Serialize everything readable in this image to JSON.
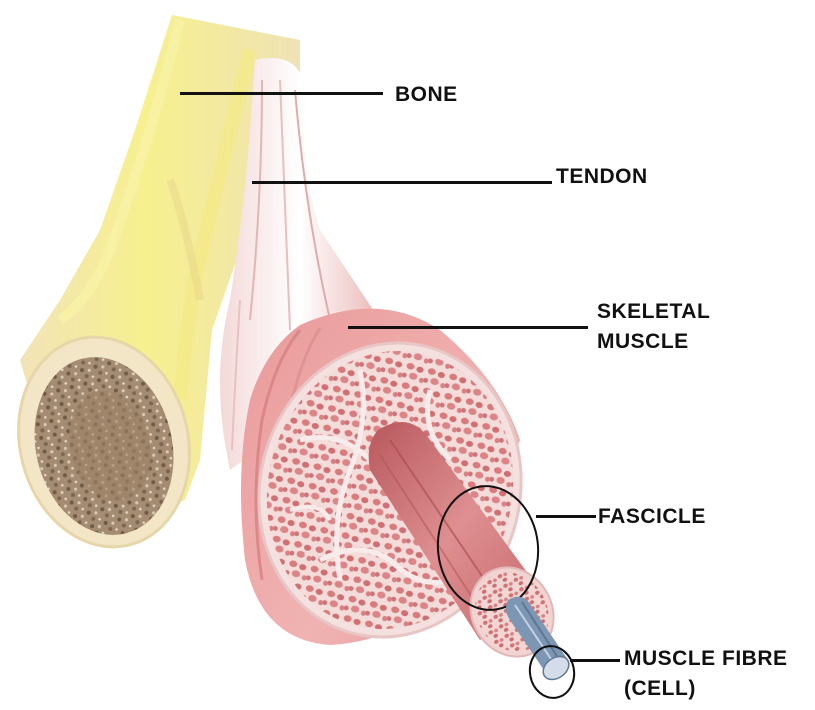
{
  "diagram": {
    "labels": {
      "bone": "BONE",
      "tendon": "TENDON",
      "skeletal_muscle_line1": "SKELETAL",
      "skeletal_muscle_line2": "MUSCLE",
      "fascicle": "FASCICLE",
      "muscle_fibre_line1": "MUSCLE FIBRE",
      "muscle_fibre_line2": "(CELL)"
    },
    "colors": {
      "bone_yellow": "#f6f089",
      "bone_marrow": "#9c8468",
      "tendon_white": "#f8efee",
      "muscle_pink": "#e9a2a0",
      "muscle_red": "#d2767a",
      "fascicle_red": "#c4676b",
      "fiber_blue": "#7a94b0",
      "line": "#111111"
    }
  }
}
